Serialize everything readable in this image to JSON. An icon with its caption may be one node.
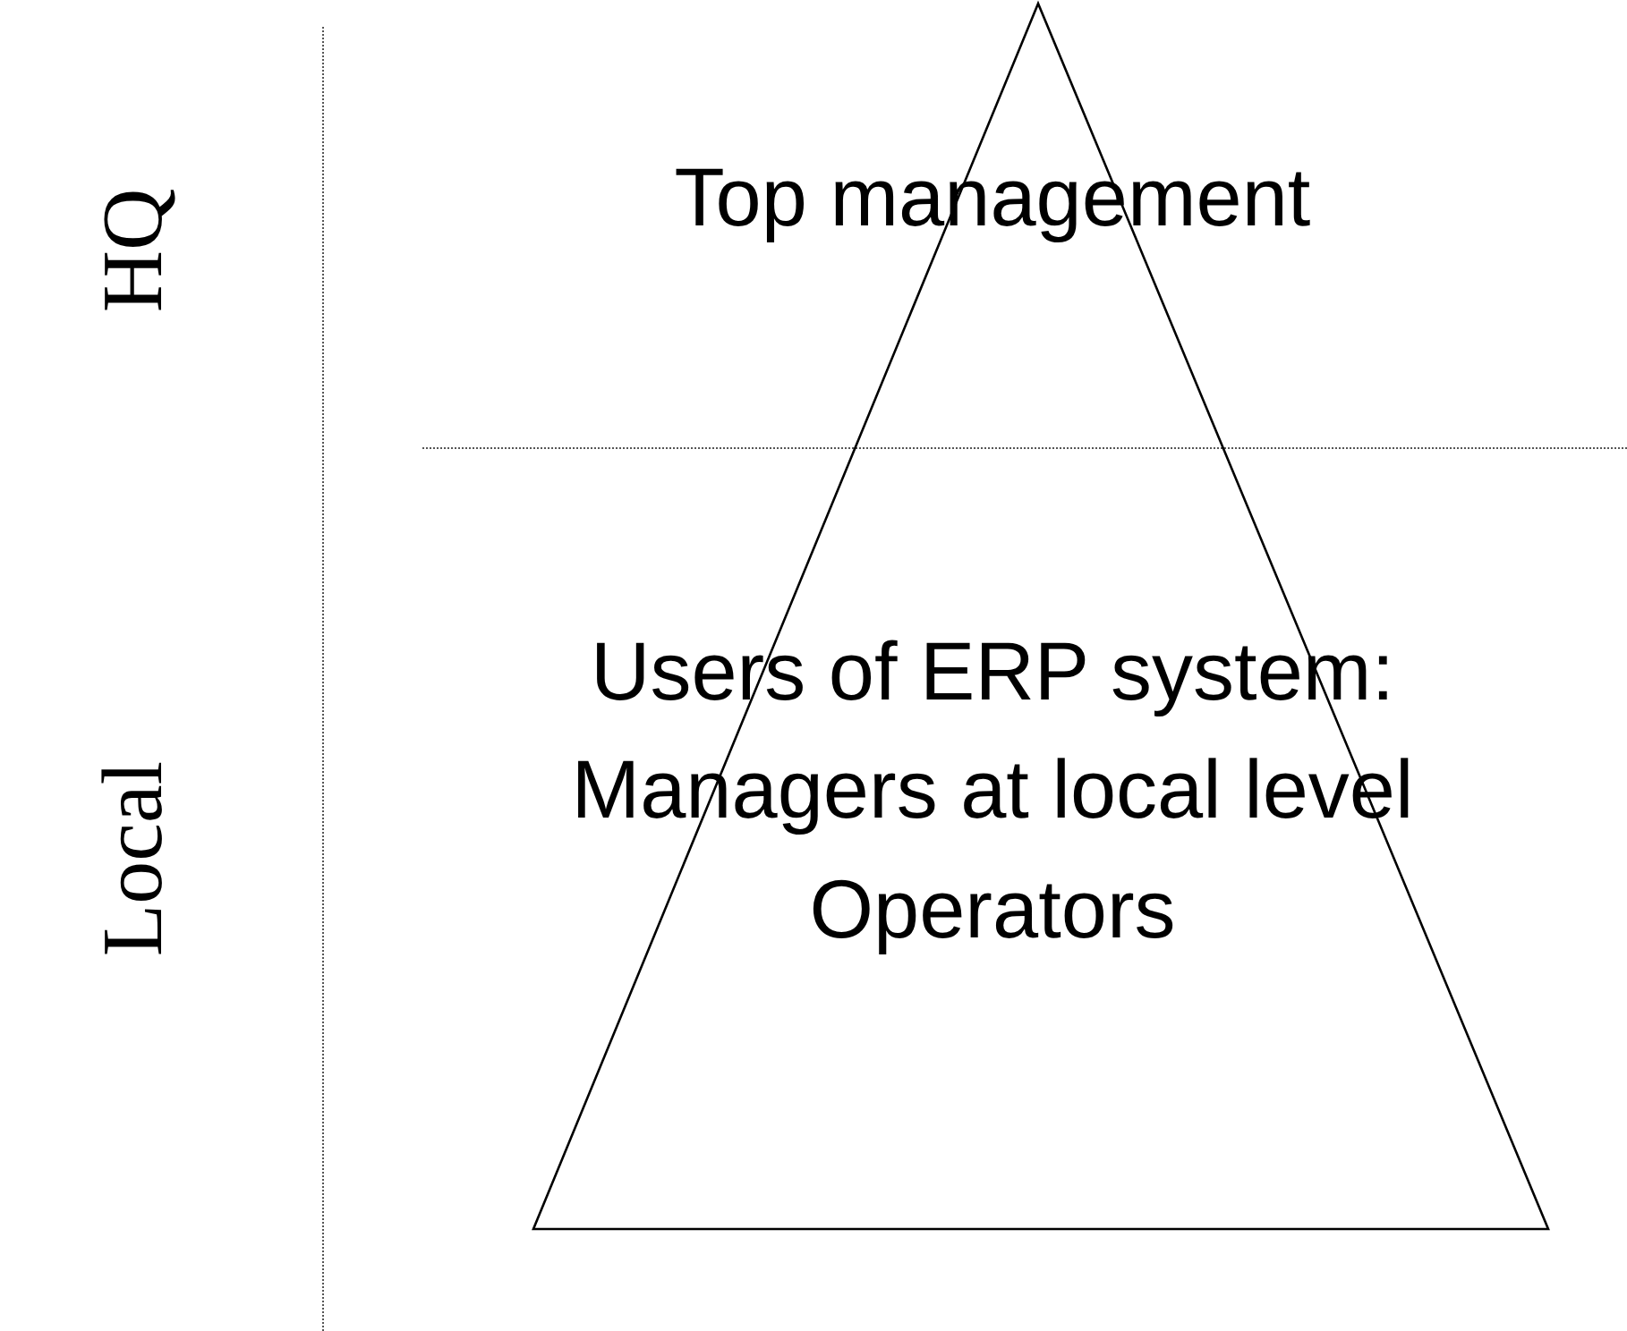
{
  "diagram": {
    "nodes": [
      {
        "text": [
          "Top management",
          "Users of ERP system:",
          "Managers at local level",
          "Operators"
        ]
      }
    ],
    "labels": [
      "HQ",
      "Local"
    ]
  }
}
